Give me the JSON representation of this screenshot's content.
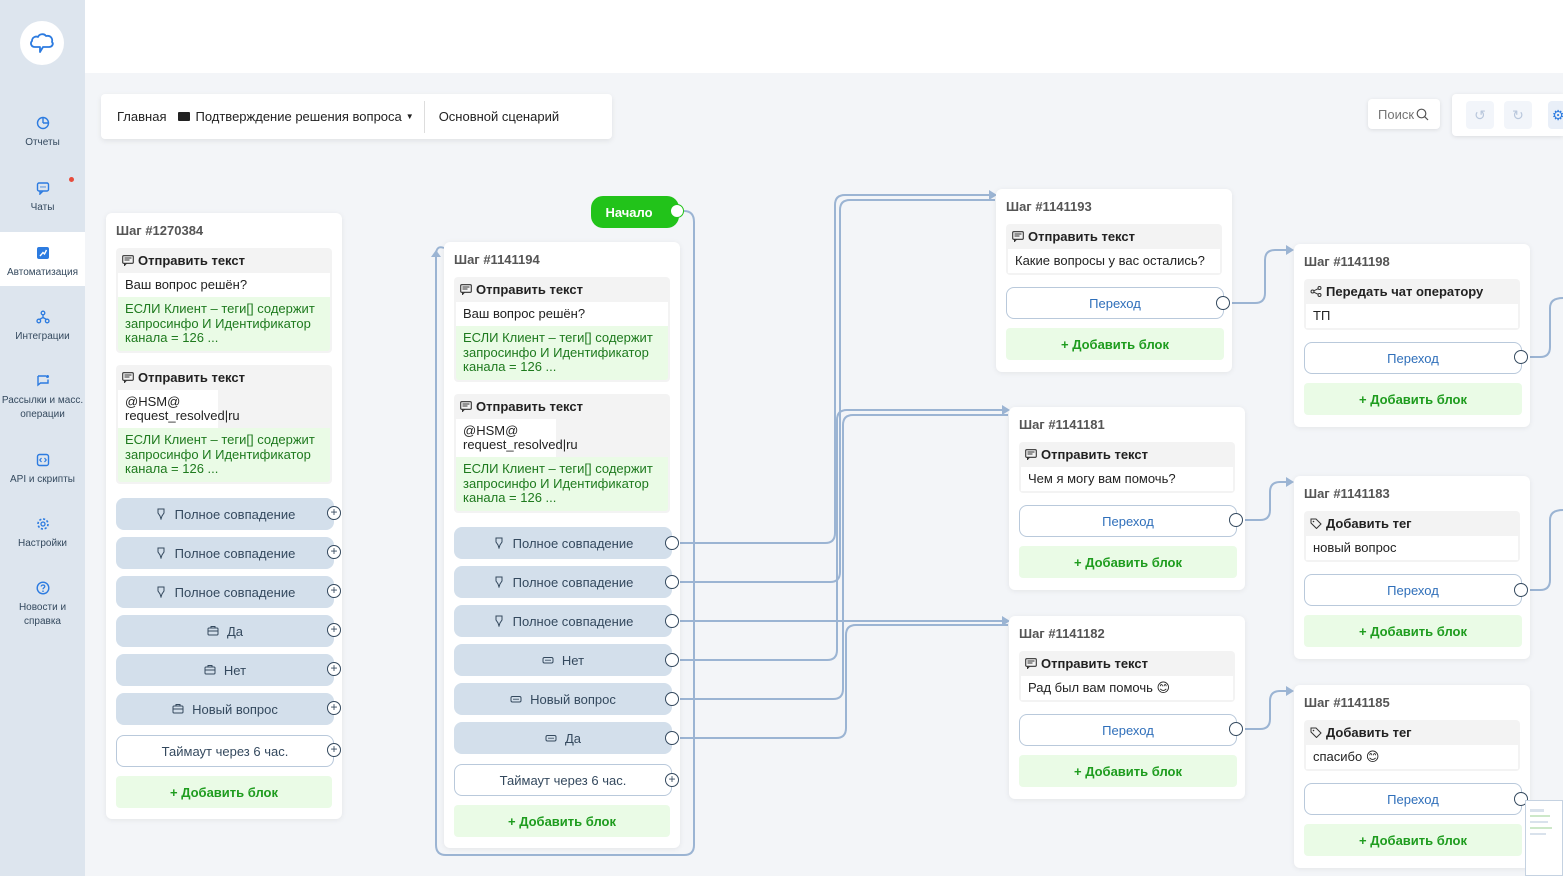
{
  "sidebar": {
    "items": [
      {
        "label": "Отчеты",
        "icon": "reports-icon"
      },
      {
        "label": "Чаты",
        "icon": "chat-icon"
      },
      {
        "label": "Автоматизация",
        "icon": "automation-icon"
      },
      {
        "label": "Интеграции",
        "icon": "integrations-icon"
      },
      {
        "label": "Рассылки и масс. операции",
        "icon": "mailing-icon"
      },
      {
        "label": "API и скрипты",
        "icon": "api-icon"
      },
      {
        "label": "Настройки",
        "icon": "settings-icon"
      },
      {
        "label": "Новости и справка",
        "icon": "help-icon"
      }
    ]
  },
  "breadcrumb": {
    "home": "Главная",
    "folder": "Подтверждение решения вопроса",
    "scenario": "Основной сценарий"
  },
  "search": {
    "placeholder": "Поиск"
  },
  "start_label": "Начало",
  "steps": {
    "s1270384": {
      "title": "Шаг #1270384",
      "blocks": [
        {
          "head": "Отправить текст",
          "text": "Ваш вопрос решён?",
          "cond": "ЕСЛИ Клиент – теги[] содержит запросинфо И Идентификатор канала = 126 ..."
        },
        {
          "head": "Отправить текст",
          "text": "@HSM@ request_resolved|ru",
          "cond": "ЕСЛИ Клиент – теги[] содержит запросинфо И Идентификатор канала = 126 ..."
        }
      ],
      "buttons": [
        "Полное совпадение",
        "Полное совпадение",
        "Полное совпадение",
        "Да",
        "Нет",
        "Новый вопрос"
      ],
      "timeout": "Таймаут через 6 час.",
      "add": "+ Добавить блок"
    },
    "s1141194": {
      "title": "Шаг #1141194",
      "blocks": [
        {
          "head": "Отправить текст",
          "text": "Ваш вопрос решён?",
          "cond": "ЕСЛИ Клиент – теги[] содержит запросинфо И Идентификатор канала = 126 ..."
        },
        {
          "head": "Отправить текст",
          "text": "@HSM@ request_resolved|ru",
          "cond": "ЕСЛИ Клиент – теги[] содержит запросинфо И Идентификатор канала = 126 ..."
        }
      ],
      "buttons": [
        "Полное совпадение",
        "Полное совпадение",
        "Полное совпадение",
        "Нет",
        "Новый вопрос",
        "Да"
      ],
      "timeout": "Таймаут через 6 час.",
      "add": "+ Добавить блок"
    },
    "s1141193": {
      "title": "Шаг #1141193",
      "head": "Отправить текст",
      "text": "Какие вопросы у вас остались?",
      "transition": "Переход",
      "add": "+ Добавить блок"
    },
    "s1141181": {
      "title": "Шаг #1141181",
      "head": "Отправить текст",
      "text": "Чем я могу вам помочь?",
      "transition": "Переход",
      "add": "+ Добавить блок"
    },
    "s1141182": {
      "title": "Шаг #1141182",
      "head": "Отправить текст",
      "text": "Рад был вам помочь 😊",
      "transition": "Переход",
      "add": "+ Добавить блок"
    },
    "s1141198": {
      "title": "Шаг #1141198",
      "head": "Передать чат оператору",
      "text": "ТП",
      "transition": "Переход",
      "add": "+ Добавить блок"
    },
    "s1141183": {
      "title": "Шаг #1141183",
      "head": "Добавить тег",
      "text": "новый вопрос",
      "transition": "Переход",
      "add": "+ Добавить блок"
    },
    "s1141185": {
      "title": "Шаг #1141185",
      "head": "Добавить тег",
      "text": "спасибо 😊",
      "transition": "Переход",
      "add": "+ Добавить блок"
    }
  },
  "colors": {
    "accent": "#22c31a",
    "sidebar": "#dde5ee",
    "wire": "#9bb4d3",
    "button": "#d3dfeb"
  }
}
